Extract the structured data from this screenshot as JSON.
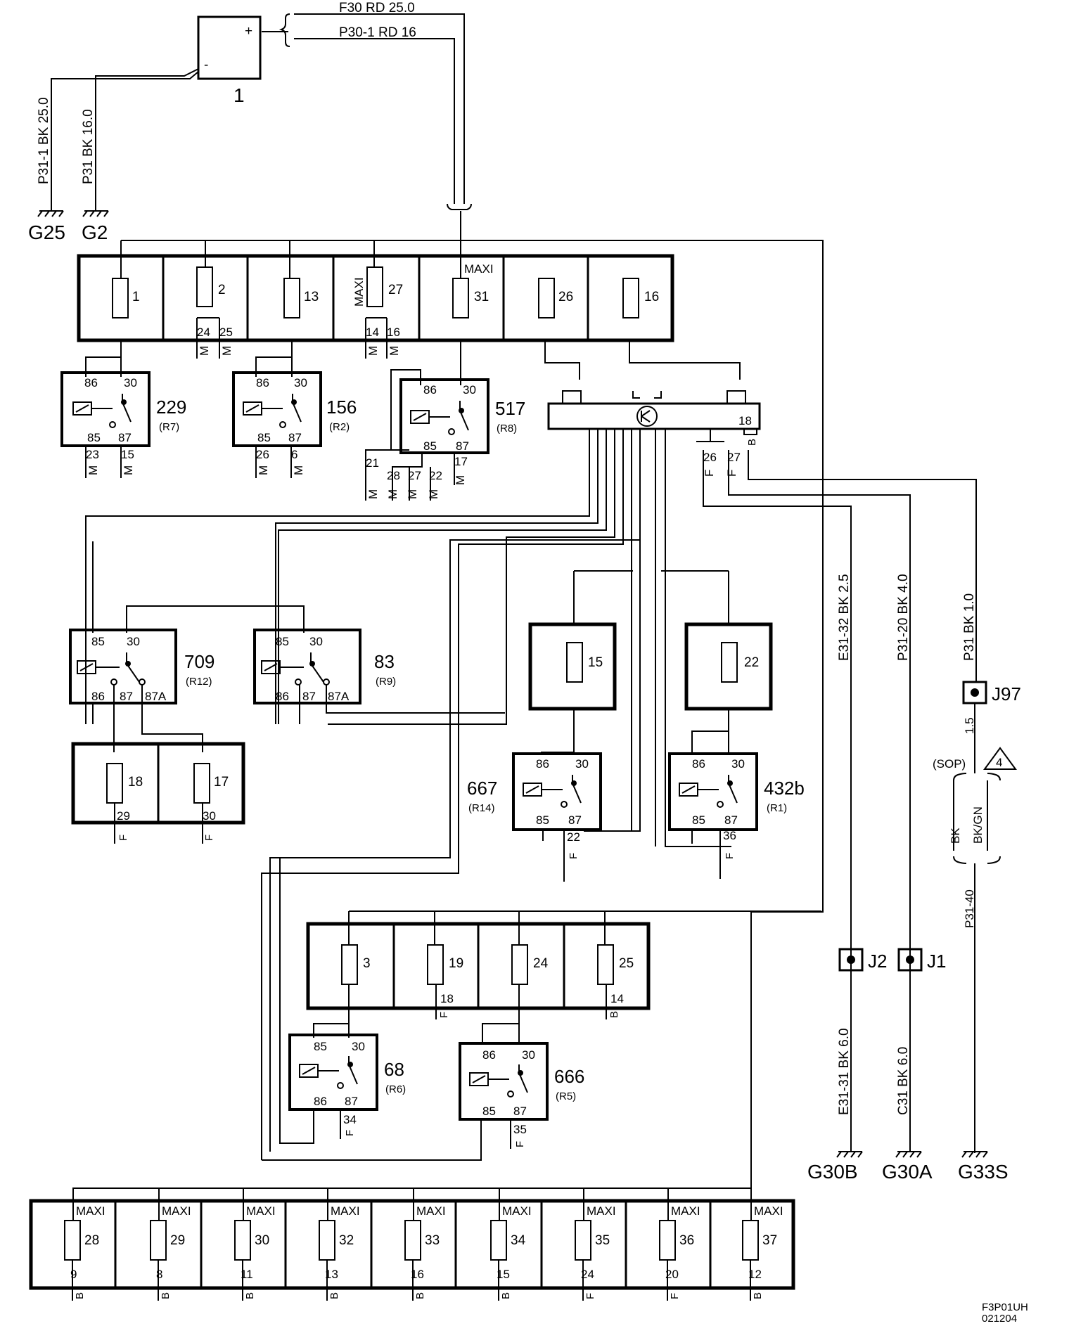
{
  "battery": {
    "label": "1",
    "plus": "+",
    "minus": "-"
  },
  "battery_cables": {
    "f30": "F30  RD  25.0",
    "p30_1": "P30-1  RD  16",
    "p31_1": "P31-1  BK  25.0",
    "p31": "P31  BK  16.0"
  },
  "grounds_top": {
    "g25": "G25",
    "g2": "G2"
  },
  "fuse_row_top": [
    {
      "id": "1",
      "maxi": ""
    },
    {
      "id": "2",
      "maxi": ""
    },
    {
      "id": "13",
      "maxi": ""
    },
    {
      "id": "27",
      "maxi": "MAXI"
    },
    {
      "id": "31",
      "maxi": "MAXI"
    },
    {
      "id": "26",
      "maxi": ""
    },
    {
      "id": "16",
      "maxi": ""
    }
  ],
  "top_terminals": {
    "f2a": "24",
    "f2b": "25",
    "f27a": "14",
    "f27b": "16",
    "m": "M"
  },
  "relays": {
    "r229": {
      "id": "229",
      "ref": "(R7)",
      "p1": "86",
      "p2": "30",
      "p3": "85",
      "p4": "87",
      "t1": "23",
      "t2": "15"
    },
    "r156": {
      "id": "156",
      "ref": "(R2)",
      "p1": "86",
      "p2": "30",
      "p3": "85",
      "p4": "87",
      "t1": "26",
      "t2": "6"
    },
    "r517": {
      "id": "517",
      "ref": "(R8)",
      "p1": "86",
      "p2": "30",
      "p3": "85",
      "p4": "87",
      "t1": "17"
    },
    "r709": {
      "id": "709",
      "ref": "(R12)",
      "p1": "85",
      "p2": "30",
      "p3": "86",
      "p4": "87",
      "p5": "87A"
    },
    "r83": {
      "id": "83",
      "ref": "(R9)",
      "p1": "85",
      "p2": "30",
      "p3": "86",
      "p4": "87",
      "p5": "87A"
    },
    "r667": {
      "id": "667",
      "ref": "(R14)",
      "p1": "86",
      "p2": "30",
      "p3": "85",
      "p4": "87",
      "t1": "22"
    },
    "r432b": {
      "id": "432b",
      "ref": "(R1)",
      "p1": "86",
      "p2": "30",
      "p3": "85",
      "p4": "87",
      "t1": "36"
    },
    "r68": {
      "id": "68",
      "ref": "(R6)",
      "p1": "85",
      "p2": "30",
      "p3": "86",
      "p4": "87",
      "t1": "34"
    },
    "r666": {
      "id": "666",
      "ref": "(R5)",
      "p1": "86",
      "p2": "30",
      "p3": "85",
      "p4": "87",
      "t1": "35"
    }
  },
  "r517_terms": [
    "21",
    "28",
    "27",
    "22"
  ],
  "module": {
    "t18": "18",
    "t26": "26",
    "t27": "27",
    "b": "B",
    "f": "F"
  },
  "fuses_mid": {
    "f18": "18",
    "f18t": "29",
    "f17": "17",
    "f17t": "30",
    "f15": "15",
    "f22": "22"
  },
  "fuse_row_mid": [
    {
      "id": "3",
      "term": ""
    },
    {
      "id": "19",
      "term": "18",
      "conn": "F"
    },
    {
      "id": "24",
      "term": ""
    },
    {
      "id": "25",
      "term": "14",
      "conn": "B"
    }
  ],
  "fuse_row_bottom": [
    {
      "id": "28",
      "maxi": "MAXI",
      "term": "9",
      "conn": "B"
    },
    {
      "id": "29",
      "maxi": "MAXI",
      "term": "8",
      "conn": "B"
    },
    {
      "id": "30",
      "maxi": "MAXI",
      "term": "11",
      "conn": "B"
    },
    {
      "id": "32",
      "maxi": "MAXI",
      "term": "13",
      "conn": "B"
    },
    {
      "id": "33",
      "maxi": "MAXI",
      "term": "16",
      "conn": "B"
    },
    {
      "id": "34",
      "maxi": "MAXI",
      "term": "15",
      "conn": "B"
    },
    {
      "id": "35",
      "maxi": "MAXI",
      "term": "24",
      "conn": "F"
    },
    {
      "id": "36",
      "maxi": "MAXI",
      "term": "20",
      "conn": "F"
    },
    {
      "id": "37",
      "maxi": "MAXI",
      "term": "12",
      "conn": "B"
    }
  ],
  "ground_wires": {
    "e31_32": "E31-32  BK  2.5",
    "p31_20": "P31-20  BK  4.0",
    "p31_b": "P31  BK  1.0",
    "e31_31": "E31-31  BK  6.0",
    "c31": "C31  BK  6.0",
    "p31_40": "P31-40",
    "w15": "1.5",
    "bk": "BK",
    "bkgn": "BK/GN",
    "sop": "(SOP)",
    "note": "4"
  },
  "junctions": {
    "j97": "J97",
    "j2": "J2",
    "j1": "J1"
  },
  "grounds_bottom": {
    "g30b": "G30B",
    "g30a": "G30A",
    "g33s": "G33S"
  },
  "doc_code": {
    "line1": "F3P01UH",
    "line2": "021204"
  }
}
